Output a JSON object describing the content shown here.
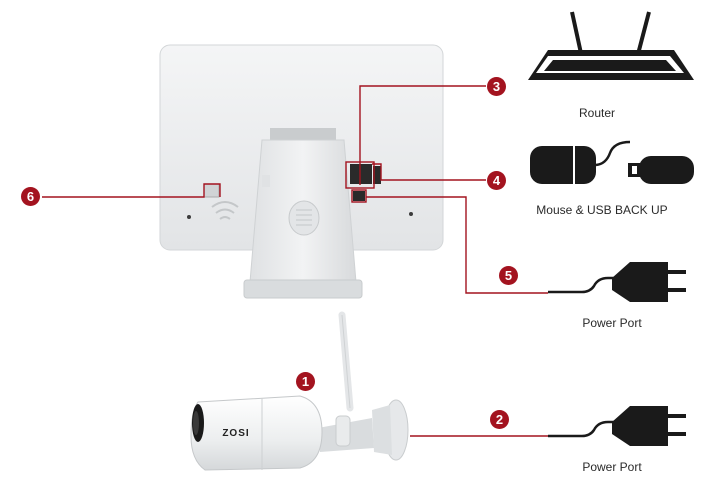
{
  "labels": {
    "router": "Router",
    "mouse_usb": "Mouse & USB BACK UP",
    "power_port_monitor": "Power Port",
    "power_port_camera": "Power Port",
    "camera_brand": "ZOSI"
  },
  "callouts": {
    "n1": "1",
    "n2": "2",
    "n3": "3",
    "n4": "4",
    "n5": "5",
    "n6": "6"
  },
  "colors": {
    "accent": "#a3131f",
    "device_white": "#eef0f1",
    "icon_black": "#1a1a1a"
  }
}
